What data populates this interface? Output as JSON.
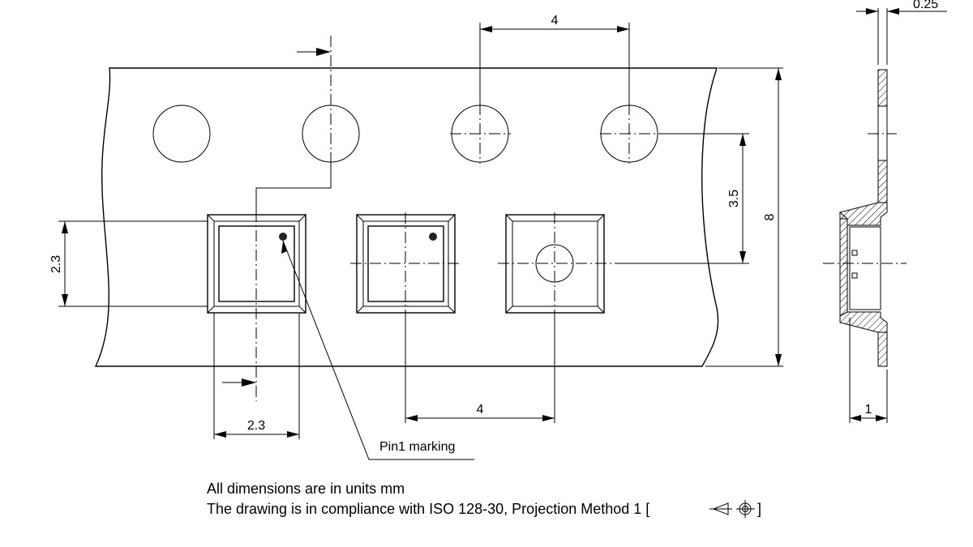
{
  "dimensions": {
    "pitch_top": "4",
    "pitch_bottom": "4",
    "thickness": "0.25",
    "hole_to_pocket": "3.5",
    "tape_width": "8",
    "pocket_height": "2.3",
    "pocket_width": "2.3",
    "depth": "1"
  },
  "labels": {
    "pin1": "Pin1 marking"
  },
  "notes": {
    "line1": "All dimensions are in units mm",
    "line2_prefix": "The drawing is in compliance with ISO 128-30, Projection Method 1 [",
    "line2_suffix": "]"
  },
  "icons": {
    "projection_symbol": "first-angle-projection-icon"
  }
}
